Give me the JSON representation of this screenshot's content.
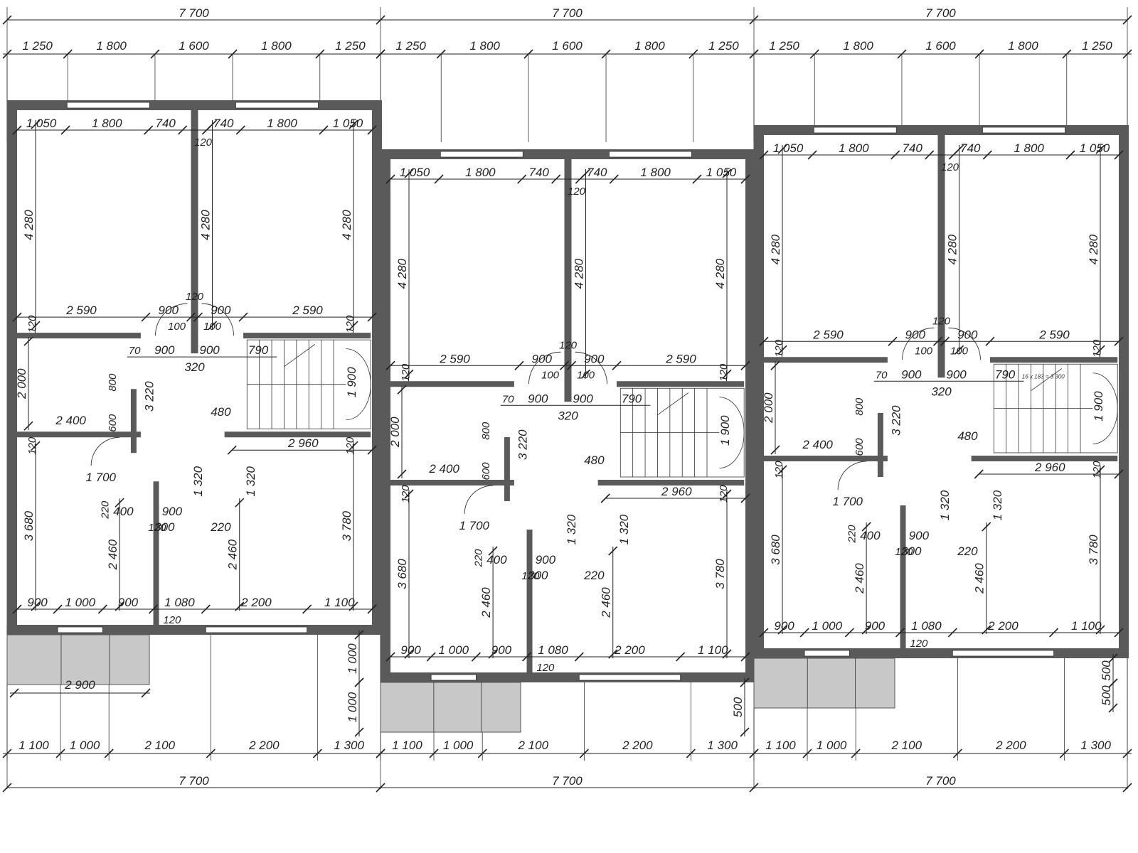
{
  "drawing": {
    "type": "architectural floor plan",
    "units_count": 3,
    "wall_color": "#5a5a5a",
    "terrace_color": "#c8c8c8"
  },
  "top": {
    "overall": [
      "7 700",
      "7 700",
      "7 700"
    ],
    "segments": [
      "1 250",
      "1 800",
      "1 600",
      "1 800",
      "1 250"
    ]
  },
  "bottom": {
    "segments": [
      "1 100",
      "1 000",
      "2 100",
      "2 200",
      "1 300"
    ],
    "overall": [
      "7 700",
      "7 700",
      "7 700"
    ]
  },
  "room_dims": {
    "front_row": [
      "1 050",
      "1 800",
      "740",
      "740",
      "1 800",
      "1 050"
    ],
    "height_4280": "4 280",
    "wall_120": "120",
    "w2590": "2 590",
    "w900": "900",
    "w100": "100",
    "w70": "70",
    "w790": "790",
    "w320": "320",
    "w480": "480",
    "h2000": "2 000",
    "w2400": "2 400",
    "h3220": "3 220",
    "h800": "800",
    "h600": "600",
    "h1900": "1 900",
    "w2960": "2 960",
    "h1320": "1 320",
    "w1700": "1 700",
    "h220": "220",
    "w400": "400",
    "w300": "300",
    "w220": "220",
    "h3680": "3 680",
    "h2460": "2 460",
    "h3780": "3 780",
    "back_row_a": [
      "900",
      "1 000",
      "900"
    ],
    "back_row_b": [
      "1 080",
      "2 200",
      "1 100"
    ],
    "w2900": "2 900",
    "h1000": "1 000",
    "h500": "500",
    "stairs_note": "16 x 183 = 3 300"
  }
}
